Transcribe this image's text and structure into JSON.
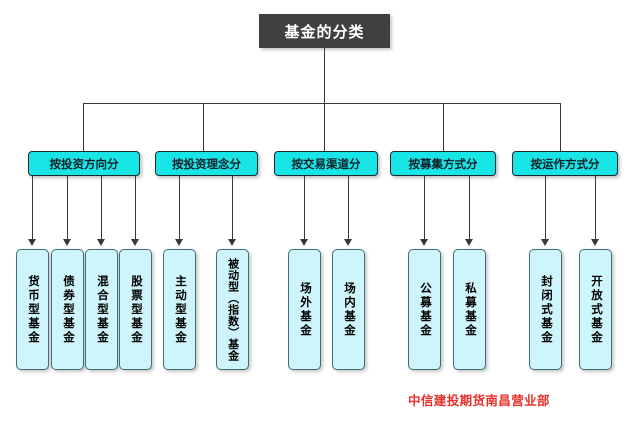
{
  "diagram": {
    "title": "基金的分类",
    "watermark": "中信建投期货南昌营业部",
    "colors": {
      "title_bg": "#404040",
      "title_text": "#ffffff",
      "category_bg": "#18e6e6",
      "category_border": "#1b2a2e",
      "leaf_bg": "#cef5fb",
      "leaf_border": "#3f6e78",
      "connector": "#333a3d",
      "watermark_text": "#e8312a"
    },
    "categories": [
      {
        "label": "按投资方向分",
        "children": [
          {
            "label": "货币型基金"
          },
          {
            "label": "债券型基金"
          },
          {
            "label": "混合型基金"
          },
          {
            "label": "股票型基金"
          }
        ]
      },
      {
        "label": "按投资理念分",
        "children": [
          {
            "label": "主动型基金"
          },
          {
            "label": "被动型（指数）基金"
          }
        ]
      },
      {
        "label": "按交易渠道分",
        "children": [
          {
            "label": "场外基金"
          },
          {
            "label": "场内基金"
          }
        ]
      },
      {
        "label": "按募集方式分",
        "children": [
          {
            "label": "公募基金"
          },
          {
            "label": "私募基金"
          }
        ]
      },
      {
        "label": "按运作方式分",
        "children": [
          {
            "label": "封闭式基金"
          },
          {
            "label": "开放式基金"
          }
        ]
      }
    ]
  }
}
